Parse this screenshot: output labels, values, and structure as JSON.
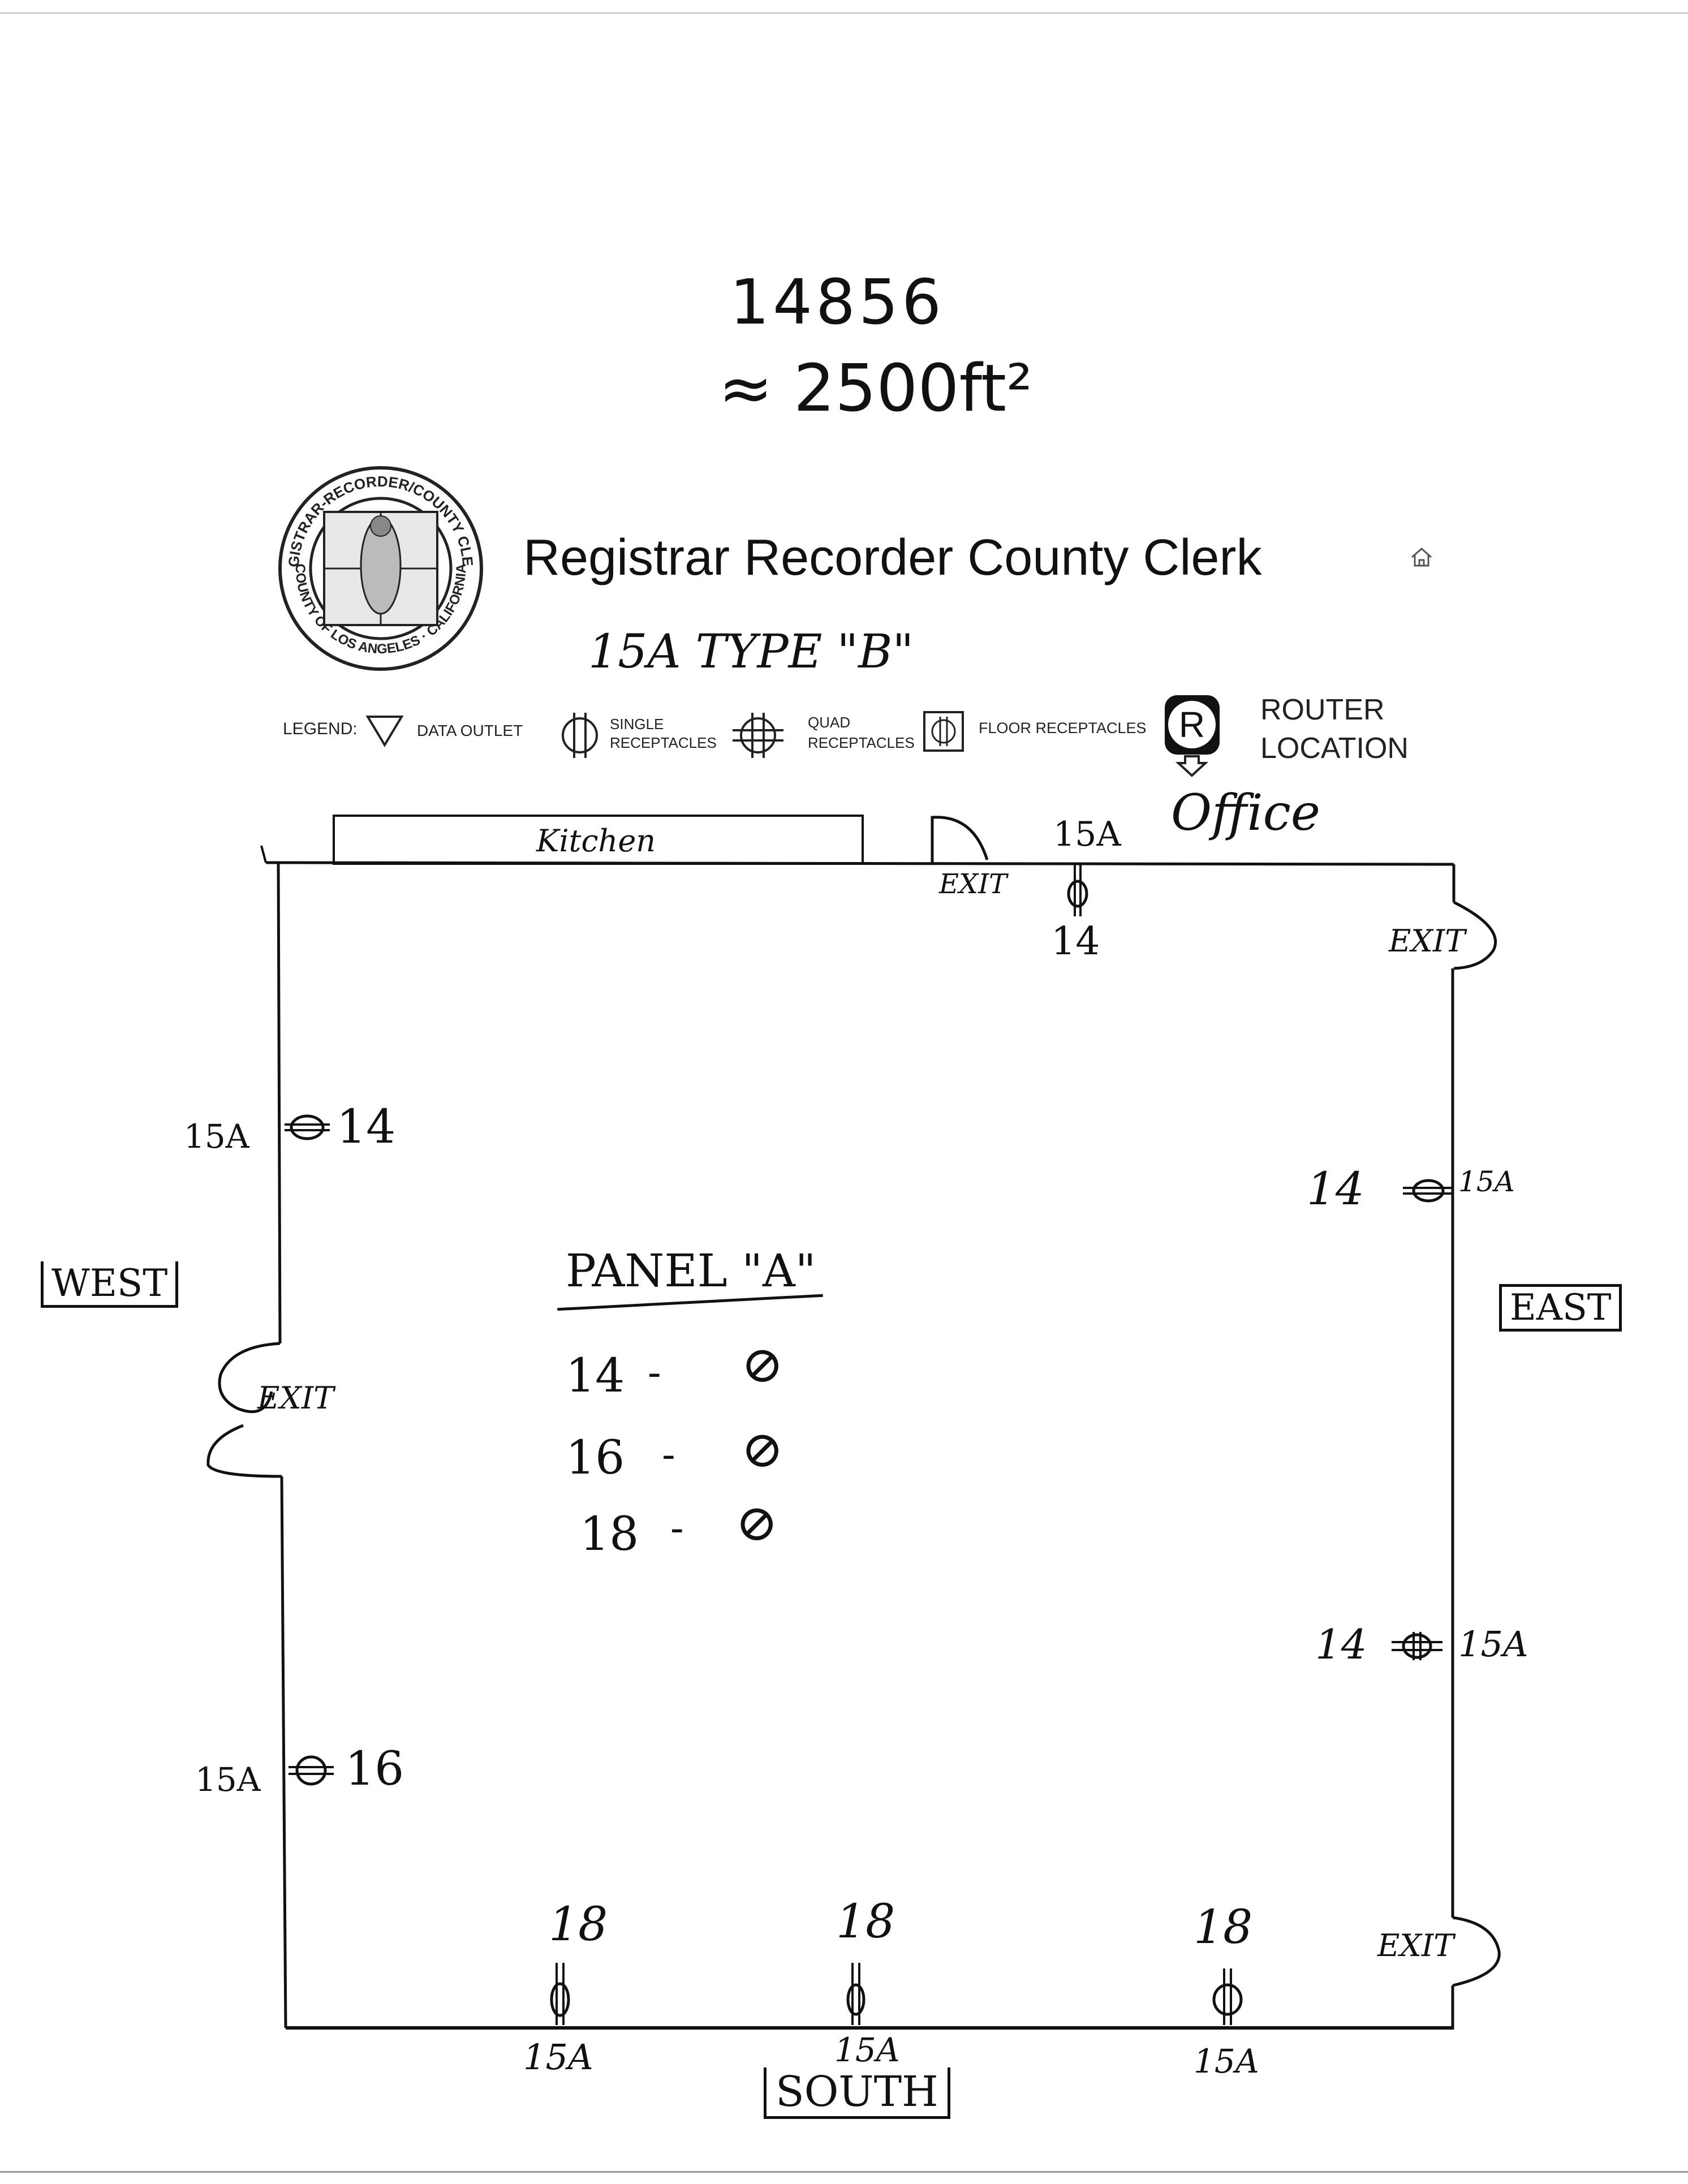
{
  "handwritten_header": {
    "number": "14856",
    "area": "≈ 2500ft²"
  },
  "title": "Registrar Recorder County Clerk",
  "home_icon": "home-icon",
  "seal": {
    "top_text": "REGISTRAR-RECORDER/COUNTY CLERK",
    "bottom_text": "COUNTY OF LOS ANGELES · CALIFORNIA"
  },
  "annotation_type": "15A TYPE \"B\"",
  "legend": {
    "label": "LEGEND:",
    "items": [
      {
        "icon": "triangle-data-outlet-icon",
        "label": "DATA OUTLET"
      },
      {
        "icon": "single-receptacle-icon",
        "label_line1": "SINGLE",
        "label_line2": "RECEPTACLES"
      },
      {
        "icon": "quad-receptacle-icon",
        "label_line1": "QUAD",
        "label_line2": "RECEPTACLES"
      },
      {
        "icon": "floor-receptacle-icon",
        "label": "FLOOR RECEPTACLES"
      },
      {
        "icon": "router-icon",
        "glyph": "R",
        "label_line1": "ROUTER",
        "label_line2": "LOCATION"
      }
    ],
    "router_annotation": "Office"
  },
  "floorplan": {
    "kitchen_label": "Kitchen",
    "directions": {
      "west": "WEST",
      "east": "EAST",
      "south": "SOUTH"
    },
    "exits": [
      {
        "id": "north",
        "label": "EXIT"
      },
      {
        "id": "east-top",
        "label": "EXIT"
      },
      {
        "id": "west",
        "label": "EXIT"
      },
      {
        "id": "east-bottom",
        "label": "EXIT"
      }
    ],
    "receptacles": [
      {
        "wall": "north",
        "amp": "15A",
        "circuit": "14"
      },
      {
        "wall": "west",
        "amp": "15A",
        "circuit": "14"
      },
      {
        "wall": "east",
        "amp": "15A",
        "circuit": "14"
      },
      {
        "wall": "east",
        "amp": "15A",
        "circuit": "14"
      },
      {
        "wall": "west",
        "amp": "15A",
        "circuit": "16"
      },
      {
        "wall": "south",
        "amp": "15A",
        "circuit": "18"
      },
      {
        "wall": "south",
        "amp": "15A",
        "circuit": "18"
      },
      {
        "wall": "south",
        "amp": "15A",
        "circuit": "18"
      }
    ],
    "panel": {
      "title": "PANEL \"A\"",
      "rows": [
        {
          "circuit": "14",
          "dash": "-",
          "symbol": "⊘"
        },
        {
          "circuit": "16",
          "dash": "-",
          "symbol": "⊘"
        },
        {
          "circuit": "18",
          "dash": "-",
          "symbol": "⊘"
        }
      ]
    }
  }
}
